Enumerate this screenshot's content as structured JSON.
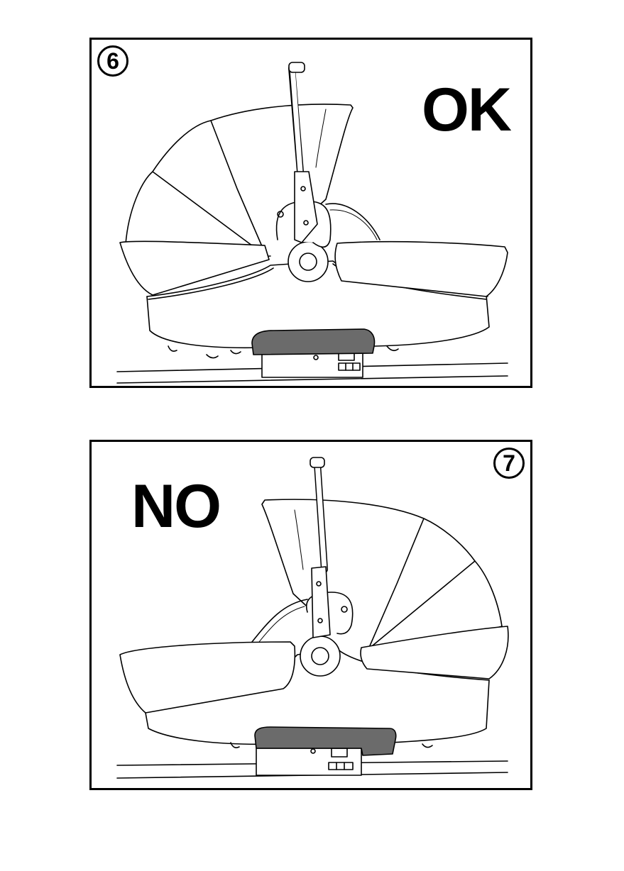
{
  "panels": [
    {
      "number": "6",
      "verdict": "OK"
    },
    {
      "number": "7",
      "verdict": "NO"
    }
  ],
  "colors": {
    "line": "#000000",
    "fill": "#ffffff",
    "base_fill": "#6b6b6b"
  },
  "icons": {
    "step_badge": "circled-number",
    "carrier": "bassinet-illustration"
  }
}
